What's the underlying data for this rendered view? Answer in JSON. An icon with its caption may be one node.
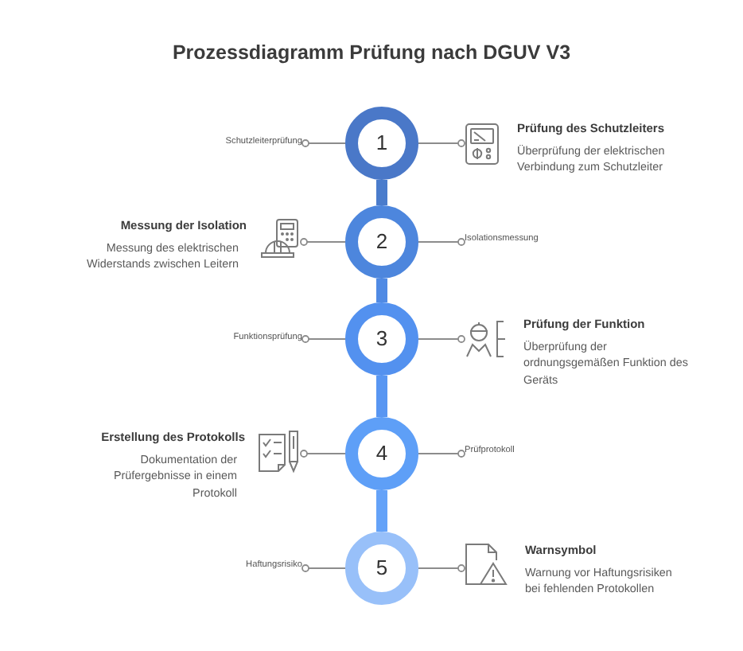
{
  "diagram": {
    "title": "Prozessdiagramm Prüfung nach DGUV V3",
    "nodes": [
      {
        "text": [
          "Schutzleiterprüfung"
        ]
      },
      {
        "text": [
          "1"
        ]
      },
      {
        "text": [
          "Prüfung des Schutzleiters",
          "Überprüfung der elektrischen Verbindung zum Schutzleiter"
        ]
      },
      {
        "text": [
          "Messung der Isolation",
          "Messung des elektrischen Widerstands zwischen Leitern"
        ]
      },
      {
        "text": [
          "2"
        ]
      },
      {
        "text": [
          "Isolationsmessung"
        ]
      },
      {
        "text": [
          "Funktionsprüfung"
        ]
      },
      {
        "text": [
          "3"
        ]
      },
      {
        "text": [
          "Prüfung der Funktion",
          "Überprüfung der ordnungsgemäßen Funktion des Geräts"
        ]
      },
      {
        "text": [
          "Erstellung des Protokolls",
          "Dokumentation der Prüfergebnisse in einem Protokoll"
        ]
      },
      {
        "text": [
          "4"
        ]
      },
      {
        "text": [
          "Prüfprotokoll"
        ]
      },
      {
        "text": [
          "Haftungsrisiko"
        ]
      },
      {
        "text": [
          "5"
        ]
      },
      {
        "text": [
          "Warnsymbol",
          "Warnung vor Haftungsrisiken bei fehlenden Protokollen"
        ]
      }
    ],
    "edges": [
      {
        "from": 1,
        "to": 0,
        "arrow": "other"
      },
      {
        "from": 1,
        "to": 2,
        "arrow": "other"
      },
      {
        "from": 1,
        "to": 4,
        "arrow": "none",
        "style": "thick",
        "color": "#4a7ccc"
      },
      {
        "from": 4,
        "to": 3,
        "arrow": "other"
      },
      {
        "from": 4,
        "to": 5,
        "arrow": "other"
      },
      {
        "from": 4,
        "to": 7,
        "arrow": "none",
        "style": "thick",
        "color": "#508ae4"
      },
      {
        "from": 7,
        "to": 6,
        "arrow": "other"
      },
      {
        "from": 7,
        "to": 8,
        "arrow": "other"
      },
      {
        "from": 7,
        "to": 10,
        "arrow": "none",
        "style": "thick",
        "color": "#5896f2"
      },
      {
        "from": 10,
        "to": 9,
        "arrow": "other"
      },
      {
        "from": 10,
        "to": 11,
        "arrow": "other"
      },
      {
        "from": 10,
        "to": 13,
        "arrow": "none",
        "style": "thick",
        "color": "#64a2f8"
      },
      {
        "from": 13,
        "to": 12,
        "arrow": "other"
      },
      {
        "from": 13,
        "to": 14,
        "arrow": "other"
      }
    ]
  }
}
